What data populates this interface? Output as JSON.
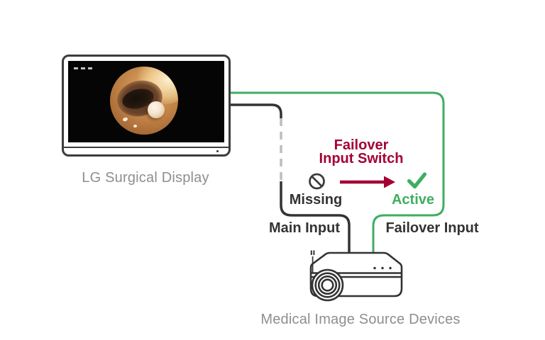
{
  "monitor": {
    "label": "LG Surgical Display"
  },
  "device": {
    "label": "Medical Image Source Devices"
  },
  "failover": {
    "title_line1": "Failover",
    "title_line2": "Input Switch",
    "missing_label": "Missing",
    "active_label": "Active",
    "main_input_label": "Main Input",
    "failover_input_label": "Failover Input"
  },
  "icons": {
    "prohibition": "no-signal-prohibition-icon",
    "arrow": "failover-switch-arrow-icon",
    "check": "active-checkmark-icon"
  },
  "colors": {
    "crimson": "#A50034",
    "active_green": "#3FAE60",
    "line_dark": "#333333",
    "label_gray": "#8E8E8E",
    "dashed_gray": "#BDBDBD"
  }
}
